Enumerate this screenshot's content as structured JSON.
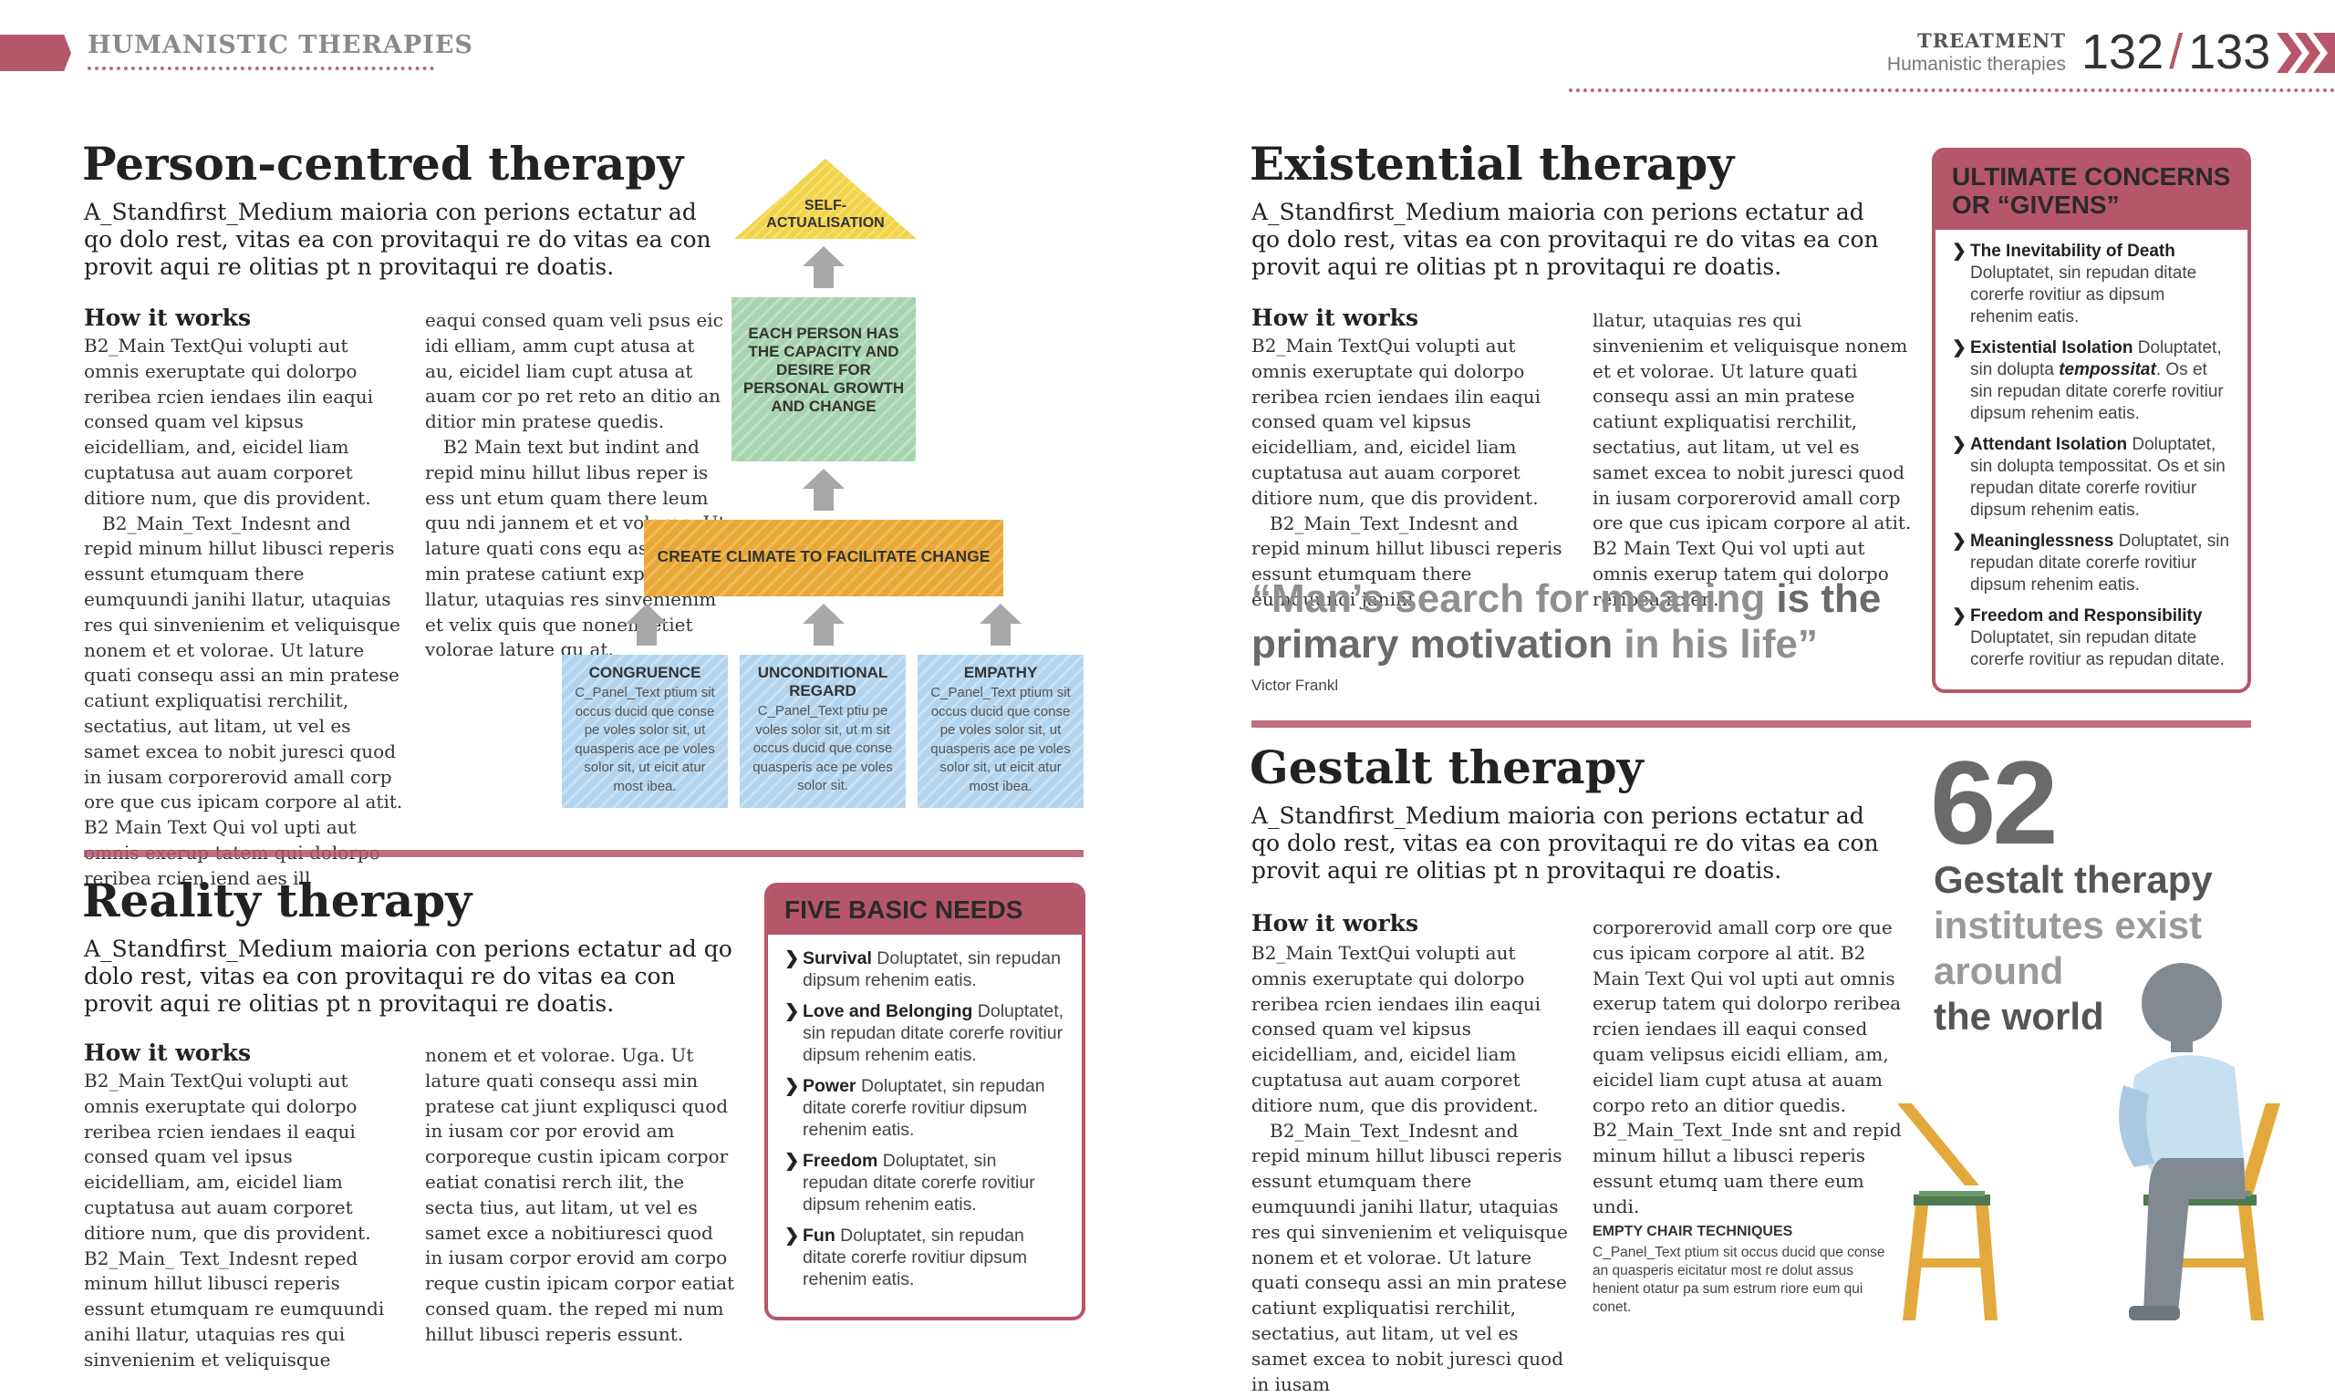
{
  "header": {
    "section": "HUMANISTIC THERAPIES",
    "chapter": "TREATMENT",
    "subchapter": "Humanistic therapies",
    "page_left": "132",
    "page_sep": "/",
    "page_right": "133"
  },
  "person_centred": {
    "title": "Person-centred therapy",
    "standfirst": "A_Standfirst_Medium maioria con perions ectatur ad qo dolo rest, vitas ea con provitaqui re do vitas ea con provit aqui re olitias pt n provitaqui re doatis.",
    "how_heading": "How it works",
    "col1_p1": "B2_Main TextQui volupti aut omnis exeruptate qui dolorpo reribea rcien iendaes ilin eaqui consed quam vel kipsus eicidelliam, and, eicidel liam cuptatusa aut auam corporet ditiore num, que dis provident.",
    "col1_p2": "B2_Main_Text_Indesnt and repid minum hillut libusci reperis essunt etumquam there eumquundi janihi llatur, utaquias res qui sinvenienim et veliquisque nonem et et volorae. Ut lature quati consequ assi an min pratese catiunt expliquatisi rerchilit, sectatius, aut litam, ut vel es samet excea to nobit juresci quod in iusam corporerovid amall corp ore que cus ipicam corpore al atit. B2 Main Text Qui vol upti aut omnis exerup tatem qui dolorpo reribea rcien iend aes ill",
    "col2_p1": "eaqui consed quam veli psus eic idi elliam, amm cupt atusa at au, eicidel liam cupt atusa at auam cor po ret reto an ditio an ditior min pratese quedis.",
    "col2_p2": "B2 Main text but indint and repid minu hillut libus reper is ess unt etum quam there leum quu ndi jannem et et volorae. Ut lature quati cons equ assi an min pratese catiunt expihi llatur, utaquias res sinvenienim et velix quis que nonem etiet volorae lature qu at."
  },
  "pyramid": {
    "top": "SELF-\nACTUALISATION",
    "middle": "EACH PERSON HAS THE CAPACITY AND DESIRE FOR PERSONAL GROWTH AND CHANGE",
    "bar": "CREATE CLIMATE TO FACILITATE CHANGE",
    "boxes": [
      {
        "title": "CONGRUENCE",
        "text": "C_Panel_Text ptium sit occus ducid que conse pe voles solor sit, ut quasperis ace pe voles solor sit, ut eicit atur most ibea."
      },
      {
        "title": "UNCONDITIONAL REGARD",
        "text": "C_Panel_Text ptiu pe voles solor sit, ut m sit occus ducid que conse quasperis ace pe voles solor sit."
      },
      {
        "title": "EMPATHY",
        "text": "C_Panel_Text ptium sit occus ducid que conse pe voles solor sit, ut quasperis ace pe voles solor sit, ut eicit atur most ibea."
      }
    ]
  },
  "reality": {
    "title": "Reality therapy",
    "standfirst": "A_Standfirst_Medium maioria con perions ectatur ad qo dolo rest, vitas ea con provitaqui re do vitas ea con provit aqui re olitias pt n provitaqui re doatis.",
    "how_heading": "How it works",
    "col1": "B2_Main TextQui volupti aut omnis exeruptate qui dolorpo reribea rcien iendaes il eaqui consed quam vel ipsus eicidelliam, am, eicidel liam cuptatusa aut auam corporet ditiore num, que dis provident. B2_Main_ Text_Indesnt reped minum hillut libusci reperis essunt etumquam re eumquundi anihi llatur, utaquias res qui sinvenienim et veliquisque",
    "col2": "nonem et et volorae. Uga. Ut lature quati consequ assi min pratese cat jiunt expliqusci quod in iusam cor por erovid am corporeque custin ipicam corpor eatiat conatisi rerch ilit, the secta tius, aut litam, ut vel es samet exce a nobitiuresci quod in iusam corpor erovid am corpo reque custin ipicam corpor eatiat consed quam. the reped mi num hillut libusci reperis essunt."
  },
  "five_needs": {
    "heading": "FIVE BASIC NEEDS",
    "items": [
      {
        "term": "Survival",
        "text": " Doluptatet, sin repudan dipsum rehenim eatis."
      },
      {
        "term": "Love and Belonging",
        "text": " Doluptatet, sin repudan ditate corerfe rovitiur dipsum rehenim eatis."
      },
      {
        "term": "Power",
        "text": " Doluptatet, sin repudan ditate corerfe rovitiur dipsum rehenim eatis."
      },
      {
        "term": "Freedom",
        "text": " Doluptatet, sin repudan ditate corerfe rovitiur dipsum rehenim eatis."
      },
      {
        "term": "Fun",
        "text": " Doluptatet, sin repudan ditate corerfe rovitiur dipsum rehenim eatis."
      }
    ]
  },
  "existential": {
    "title": "Existential therapy",
    "standfirst": "A_Standfirst_Medium maioria con perions ectatur ad qo dolo rest, vitas ea con provitaqui re do vitas ea con provit aqui re olitias pt n provitaqui re doatis.",
    "how_heading": "How it works",
    "col1_p1": "B2_Main TextQui volupti aut omnis exeruptate qui dolorpo reribea rcien iendaes ilin eaqui consed quam vel kipsus eicidelliam, and, eicidel liam cuptatusa aut auam corporet ditiore num, que dis provident.",
    "col1_p2": "B2_Main_Text_Indesnt and repid minum hillut libusci reperis essunt etumquam there eumquundi janihi",
    "col2": "llatur, utaquias res qui sinvenienim et veliquisque nonem et et volorae. Ut lature quati consequ assi an min pratese catiunt expliquatisi rerchilit, sectatius, aut litam, ut vel es samet excea to nobit juresci quod in iusam corporerovid amall corp ore que cus ipicam corpore al atit. B2 Main Text Qui vol upti aut omnis exerup tatem qui dolorpo reribea rcien."
  },
  "quote": {
    "part1": "“Man’s search for meaning",
    "part2": " is the primary motivation ",
    "part3": "in his life”",
    "author": "Victor Frankl"
  },
  "concerns": {
    "heading": "ULTIMATE CONCERNS OR “GIVENS”",
    "items": [
      {
        "term": "The Inevitability of Death",
        "text": "Doluptatet, sin repudan ditate corerfe rovitiur as dipsum rehenim eatis."
      },
      {
        "term": "Existential Isolation",
        "text": " Doluptatet, sin dolupta ",
        "em": "tempossitat",
        "text2": ". Os et sin repudan ditate corerfe rovitiur dipsum rehenim eatis."
      },
      {
        "term": "Attendant Isolation",
        "text": " Doluptatet, sin dolupta tempossitat. Os et sin repudan ditate corerfe rovitiur dipsum rehenim eatis."
      },
      {
        "term": "Meaninglessness",
        "text": " Doluptatet, sin repudan ditate corerfe rovitiur dipsum rehenim eatis."
      },
      {
        "term": "Freedom and Responsibility",
        "text": "Doluptatet, sin repudan ditate corerfe rovitiur as repudan ditate."
      }
    ]
  },
  "gestalt": {
    "title": "Gestalt therapy",
    "standfirst": "A_Standfirst_Medium maioria con perions ectatur ad qo dolo rest, vitas ea con provitaqui re do vitas ea con provit aqui re olitias pt n provitaqui re doatis.",
    "how_heading": "How it works",
    "col1_p1": "B2_Main TextQui volupti aut omnis exeruptate qui dolorpo reribea rcien iendaes ilin eaqui consed quam vel kipsus eicidelliam, and, eicidel liam cuptatusa aut auam corporet ditiore num, que dis provident.",
    "col1_p2": "B2_Main_Text_Indesnt and repid minum hillut libusci reperis essunt etumquam there eumquundi janihi llatur, utaquias res qui sinvenienim et veliquisque nonem et et volorae. Ut lature quati consequ assi an min pratese catiunt expliquatisi rerchilit, sectatius, aut litam, ut vel es samet excea to nobit juresci quod in iusam",
    "col2": "corporerovid amall corp ore que cus ipicam corpore al atit. B2 Main Text Qui vol upti aut omnis exerup tatem qui dolorpo reribea rcien iendaes ill eaqui consed quam velipsus eicidi elliam, am, eicidel liam cupt atusa at auam corpo reto an ditior quedis. B2_Main_Text_Inde snt and repid minum hillut a libusci reperis essunt etumq uam there eum undi.",
    "caption_heading": "EMPTY CHAIR TECHNIQUES",
    "caption_text": "C_Panel_Text ptium sit occus ducid que conse an quasperis eicitatur most re dolut assus henient otatur pa sum estrum riore eum qui conet.",
    "stat_number": "62",
    "stat_l1": "Gestalt therapy",
    "stat_l2": "institutes exist",
    "stat_l3": "around",
    "stat_l4": "the world"
  },
  "colors": {
    "accent": "#b5566b",
    "yellow": "#f2d44a",
    "green": "#a7d3b0",
    "orange": "#e8a838",
    "blue": "#b3d4ee",
    "arrow_grey": "#a8a8a8",
    "chair": "#e3a93c",
    "chair_seat": "#4d7a4f",
    "person_shirt": "#c6e0f2",
    "person_grey": "#808a90"
  }
}
